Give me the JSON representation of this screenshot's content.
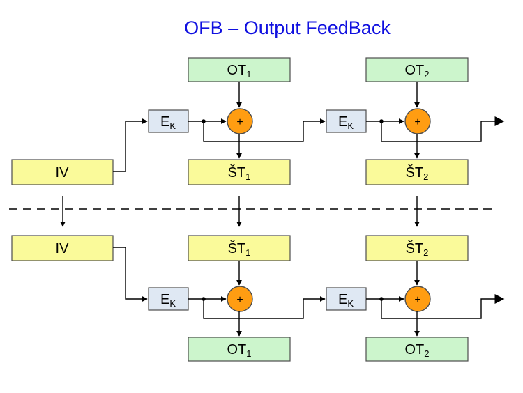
{
  "title": "OFB – Output FeedBack",
  "xor_symbol": "+",
  "encrypt": {
    "main": "E",
    "sub": "K"
  },
  "iv": "IV",
  "ot": [
    {
      "main": "OT",
      "sub": "1"
    },
    {
      "main": "OT",
      "sub": "2"
    }
  ],
  "st": [
    {
      "main": "ŠT",
      "sub": "1"
    },
    {
      "main": "ŠT",
      "sub": "2"
    }
  ],
  "colors": {
    "title": "#1010e0",
    "ot_fill": "#ccf5cc",
    "st_fill": "#fafa9a",
    "ek_fill": "#dfe8f3",
    "xor_fill": "#ff9d12"
  }
}
